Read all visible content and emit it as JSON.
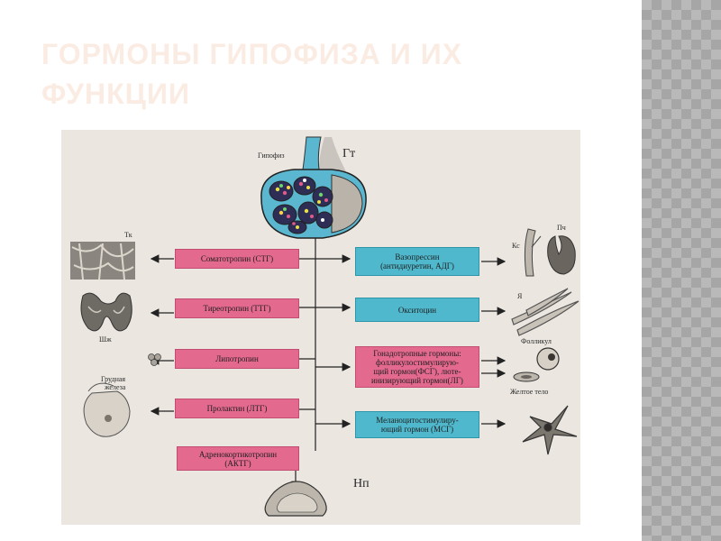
{
  "slide": {
    "title": "ГОРМОНЫ ГИПОФИЗА И ИХ ФУНКЦИИ"
  },
  "diagram": {
    "labels": {
      "pituitary": "Гипофиз",
      "hypothalamus": "Гт",
      "tk": "Тк",
      "thyroid": "Шж",
      "mammary_line1": "Грудная",
      "mammary_line2": "железа",
      "ks": "Кс",
      "pch": "Пч",
      "ya": "Я",
      "follicle": "Фолликул",
      "corpus_luteum": "Желтое тело",
      "adrenal": "Нп"
    },
    "left_hormones": [
      {
        "label": "Соматотропин (СТГ)"
      },
      {
        "label": "Тиреотропин (ТТГ)"
      },
      {
        "label": "Липотропин"
      },
      {
        "label": "Пролактин (ЛТГ)"
      }
    ],
    "bottom_hormone": {
      "line1": "Адренокортикотропин",
      "line2": "(АКТГ)"
    },
    "right_hormones": [
      {
        "line1": "Вазопрессин",
        "line2": "(антидиуретин, АДГ)"
      },
      {
        "line1": "Окситоцин",
        "line2": ""
      },
      {
        "line1": "Гонадотропные гормоны:",
        "line2": "фолликулостимулирую-",
        "line3": "щий гормон(ФСГ), люте-",
        "line4": "инизирующий гормон(ЛГ)"
      },
      {
        "line1": "Меланоцитостимулиру-",
        "line2": "ющий гормон (МСГ)"
      }
    ],
    "colors": {
      "pink_box": "#e4698f",
      "blue_box": "#4fb8cc",
      "gland_fill": "#5ab7cf"
    }
  }
}
